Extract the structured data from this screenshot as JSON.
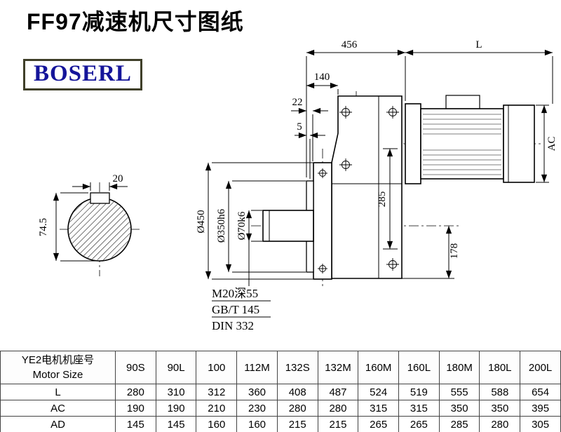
{
  "page": {
    "title": "FF97减速机尺寸图纸",
    "logo": "BOSERL"
  },
  "colors": {
    "logo_text": "#15159a",
    "logo_border": "#3f3f29",
    "line_color": "#000000"
  },
  "drawing": {
    "dims": {
      "top_span": "456",
      "motor_length": "L",
      "d140": "140",
      "d22": "22",
      "d5": "5",
      "ac": "AC",
      "d285": "285",
      "d178": "178",
      "flange_dia": "Ø450",
      "spigot_dia": "Ø350h6",
      "shaft_dia": "Ø70k6",
      "key_width": "20",
      "key_height": "74.5"
    },
    "notes": [
      "M20深55",
      "GB/T 145",
      "DIN 332"
    ]
  },
  "table": {
    "header_cn": "YE2电机机座号",
    "header_en": "Motor Size",
    "columns": [
      "90S",
      "90L",
      "100",
      "112M",
      "132S",
      "132M",
      "160M",
      "160L",
      "180M",
      "180L",
      "200L"
    ],
    "rows": [
      {
        "label": "L",
        "values": [
          "280",
          "310",
          "312",
          "360",
          "408",
          "487",
          "524",
          "519",
          "555",
          "588",
          "654"
        ]
      },
      {
        "label": "AC",
        "values": [
          "190",
          "190",
          "210",
          "230",
          "280",
          "280",
          "315",
          "315",
          "350",
          "350",
          "395"
        ]
      },
      {
        "label": "AD",
        "values": [
          "145",
          "145",
          "160",
          "160",
          "215",
          "215",
          "265",
          "265",
          "285",
          "280",
          "305"
        ]
      }
    ]
  }
}
